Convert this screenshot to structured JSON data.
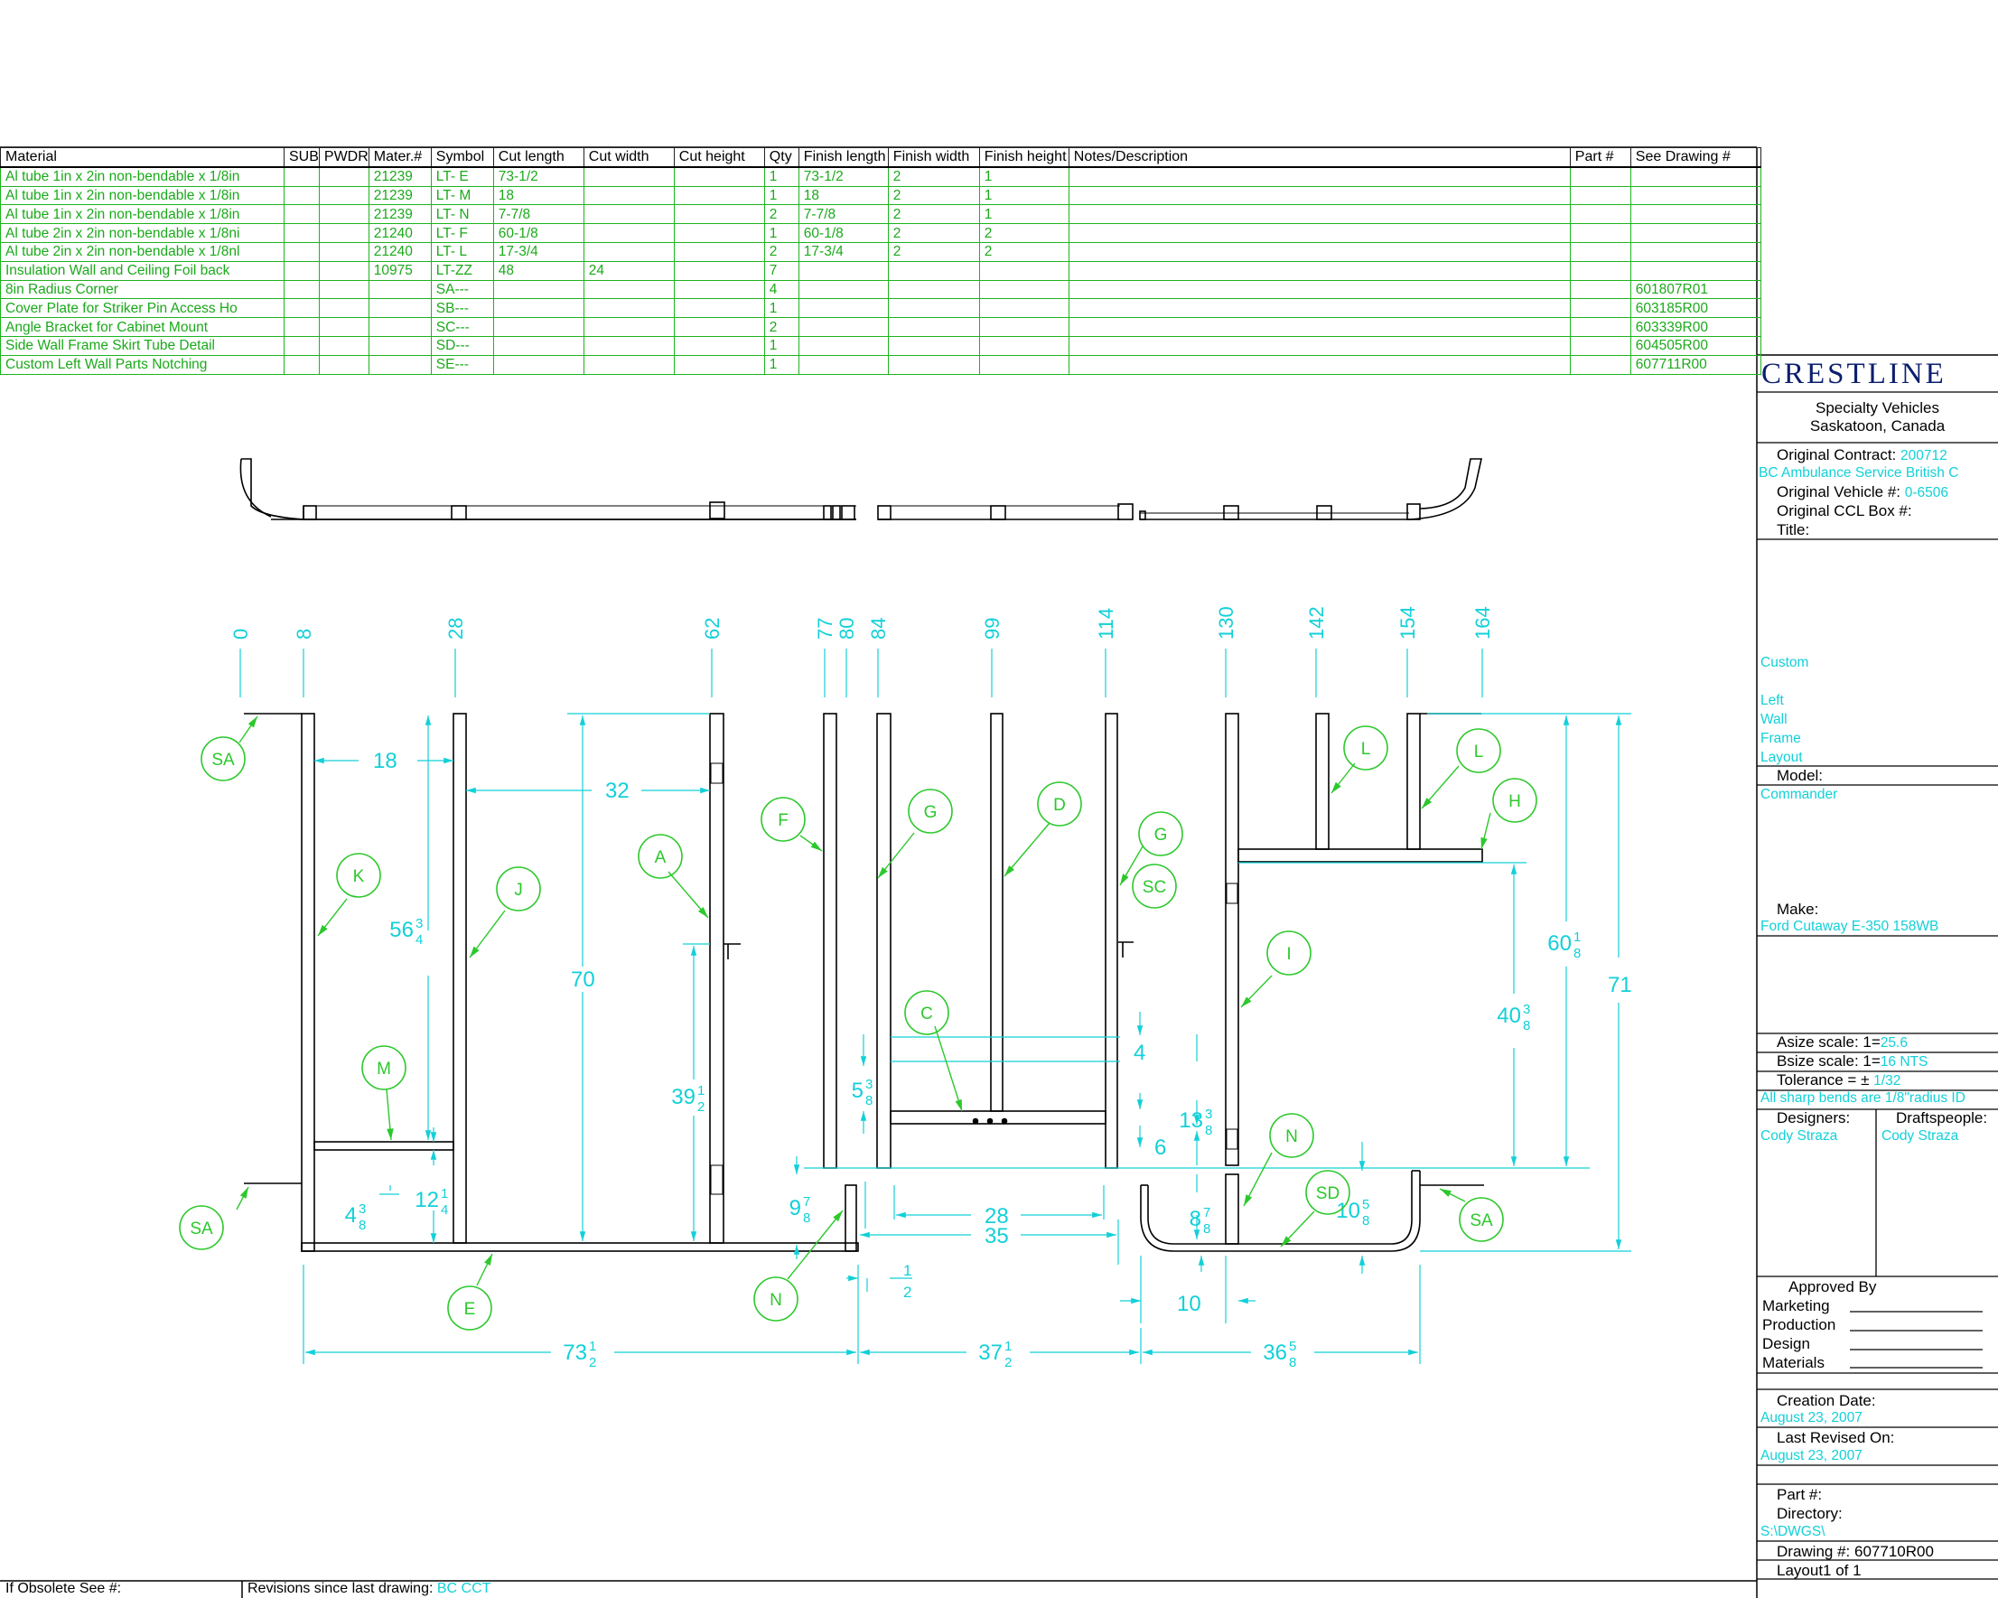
{
  "bom": {
    "headers": [
      "Material",
      "SUB",
      "PWDR",
      "Mater.#",
      "Symbol",
      "Cut length",
      "Cut width",
      "Cut height",
      "Qty",
      "Finish length",
      "Finish width",
      "Finish height",
      "Notes/Description",
      "Part #",
      "See Drawing #"
    ],
    "rows": [
      [
        "Al tube 1in x 2in non-bendable x 1/8in",
        "",
        "",
        "21239",
        "LT- E",
        "73-1/2",
        "",
        "",
        "1",
        "73-1/2",
        "2",
        "1",
        "",
        "",
        ""
      ],
      [
        "Al tube 1in x 2in non-bendable x 1/8in",
        "",
        "",
        "21239",
        "LT- M",
        "18",
        "",
        "",
        "1",
        "18",
        "2",
        "1",
        "",
        "",
        ""
      ],
      [
        "Al tube 1in x 2in non-bendable x 1/8in",
        "",
        "",
        "21239",
        "LT- N",
        "7-7/8",
        "",
        "",
        "2",
        "7-7/8",
        "2",
        "1",
        "",
        "",
        ""
      ],
      [
        "Al tube 2in x 2in non-bendable x 1/8ni",
        "",
        "",
        "21240",
        "LT- F",
        "60-1/8",
        "",
        "",
        "1",
        "60-1/8",
        "2",
        "2",
        "",
        "",
        ""
      ],
      [
        "Al tube 2in x 2in non-bendable x 1/8nl",
        "",
        "",
        "21240",
        "LT- L",
        "17-3/4",
        "",
        "",
        "2",
        "17-3/4",
        "2",
        "2",
        "",
        "",
        ""
      ],
      [
        "Insulation Wall and Ceiling Foil back",
        "",
        "",
        "10975",
        "LT-ZZ",
        "48",
        "24",
        "",
        "7",
        "",
        "",
        "",
        "",
        "",
        ""
      ],
      [
        "8in Radius Corner",
        "",
        "",
        "",
        "SA---",
        "",
        "",
        "",
        "4",
        "",
        "",
        "",
        "",
        "",
        "601807R01"
      ],
      [
        "Cover Plate for Striker Pin Access Ho",
        "",
        "",
        "",
        "SB---",
        "",
        "",
        "",
        "1",
        "",
        "",
        "",
        "",
        "",
        "603185R00"
      ],
      [
        "Angle Bracket for Cabinet Mount",
        "",
        "",
        "",
        "SC---",
        "",
        "",
        "",
        "2",
        "",
        "",
        "",
        "",
        "",
        "603339R00"
      ],
      [
        "Side Wall Frame Skirt Tube    Detail",
        "",
        "",
        "",
        "SD---",
        "",
        "",
        "",
        "1",
        "",
        "",
        "",
        "",
        "",
        "604505R00"
      ],
      [
        "Custom  Left Wall Parts Notching",
        "",
        "",
        "",
        "SE---",
        "",
        "",
        "",
        "1",
        "",
        "",
        "",
        "",
        "",
        "607711R00"
      ]
    ]
  },
  "title_block": {
    "logo": "CRESTLINE",
    "company_line1": "Specialty Vehicles",
    "company_line2": "Saskatoon, Canada",
    "original_contract_label": "Original Contract:",
    "original_contract": "200712",
    "customer": "BC Ambulance Service British C",
    "original_vehicle_label": "Original Vehicle #:",
    "original_vehicle": "0-6506",
    "original_ccl_label": "Original CCL Box #:",
    "title_label": "Title:",
    "title_lines": [
      "Custom",
      "",
      "Left",
      "Wall",
      "Frame",
      "Layout"
    ],
    "model_label": "Model:",
    "model": "Commander",
    "make_label": "Make:",
    "make": "Ford Cutaway E-350 158WB",
    "asize_label": "Asize scale:  1=",
    "asize": "25.6",
    "bsize_label": "Bsize scale:  1=",
    "bsize": "16 NTS",
    "tolerance_label": "Tolerance = ±",
    "tolerance": "1/32",
    "bends_note": "All sharp bends are 1/8\"radius ID",
    "designers_label": "Designers:",
    "designer": "Cody Straza",
    "drafts_label": "Draftspeople:",
    "drafter": "Cody Straza",
    "approved_label": "Approved By",
    "approvals": [
      "Marketing",
      "Production",
      "Design",
      "Materials"
    ],
    "creation_label": "Creation Date:",
    "creation_date": "August 23, 2007",
    "revised_label": "Last Revised On:",
    "revised_date": "August 23, 2007",
    "part_label": "Part #:",
    "directory_label": "Directory:",
    "directory": "S:\\DWGS\\",
    "drawing_label": "Drawing #:",
    "drawing_no": "607710R00",
    "layout": "Layout1  of 1"
  },
  "footer": {
    "obsolete_label": "If Obsolete See #:",
    "revisions_label": "Revisions since last drawing:",
    "revisions_value": "BC CCT"
  },
  "ordinates": [
    "0",
    "8",
    "28",
    "62",
    "77",
    "80",
    "84",
    "99",
    "114",
    "130",
    "142",
    "154",
    "164"
  ],
  "dimensions": {
    "d18": "18",
    "d32": "32",
    "d70": "70",
    "d4": "4",
    "d6": "6",
    "d10": "10",
    "d28": "28",
    "d35": "35",
    "d71": "71",
    "d56": [
      "56",
      "3",
      "4"
    ],
    "d39": [
      "39",
      "1",
      "2"
    ],
    "d5": [
      "5",
      "3",
      "8"
    ],
    "d13": [
      "13",
      "3",
      "8"
    ],
    "d9": [
      "9",
      "7",
      "8"
    ],
    "d8": [
      "8",
      "7",
      "8"
    ],
    "d12": [
      "12",
      "1",
      "4"
    ],
    "d4b": [
      "4",
      "3",
      "8"
    ],
    "d10b": [
      "10",
      "5",
      "8"
    ],
    "d60": [
      "60",
      "1",
      "8"
    ],
    "d40": [
      "40",
      "3",
      "8"
    ],
    "dhalf": [
      "",
      "1",
      "2"
    ],
    "d73": [
      "73",
      "1",
      "2"
    ],
    "d37": [
      "37",
      "1",
      "2"
    ],
    "d36": [
      "36",
      "5",
      "8"
    ]
  },
  "callouts": {
    "sa1": "SA",
    "sa2": "SA",
    "sa3": "SA",
    "k": "K",
    "j": "J",
    "a": "A",
    "f": "F",
    "g1": "G",
    "d": "D",
    "g2": "G",
    "sc": "SC",
    "l1": "L",
    "l2": "L",
    "h": "H",
    "i": "I",
    "c": "C",
    "m": "M",
    "e": "E",
    "n1": "N",
    "n2": "N",
    "sd": "SD"
  },
  "colors": {
    "bom_text": "#1aaa1a",
    "bom_grid": "#1db41d",
    "dimension": "#12d0d8",
    "callout": "#2cc82c",
    "geometry": "#000000",
    "logo": "#0b1f6e"
  }
}
